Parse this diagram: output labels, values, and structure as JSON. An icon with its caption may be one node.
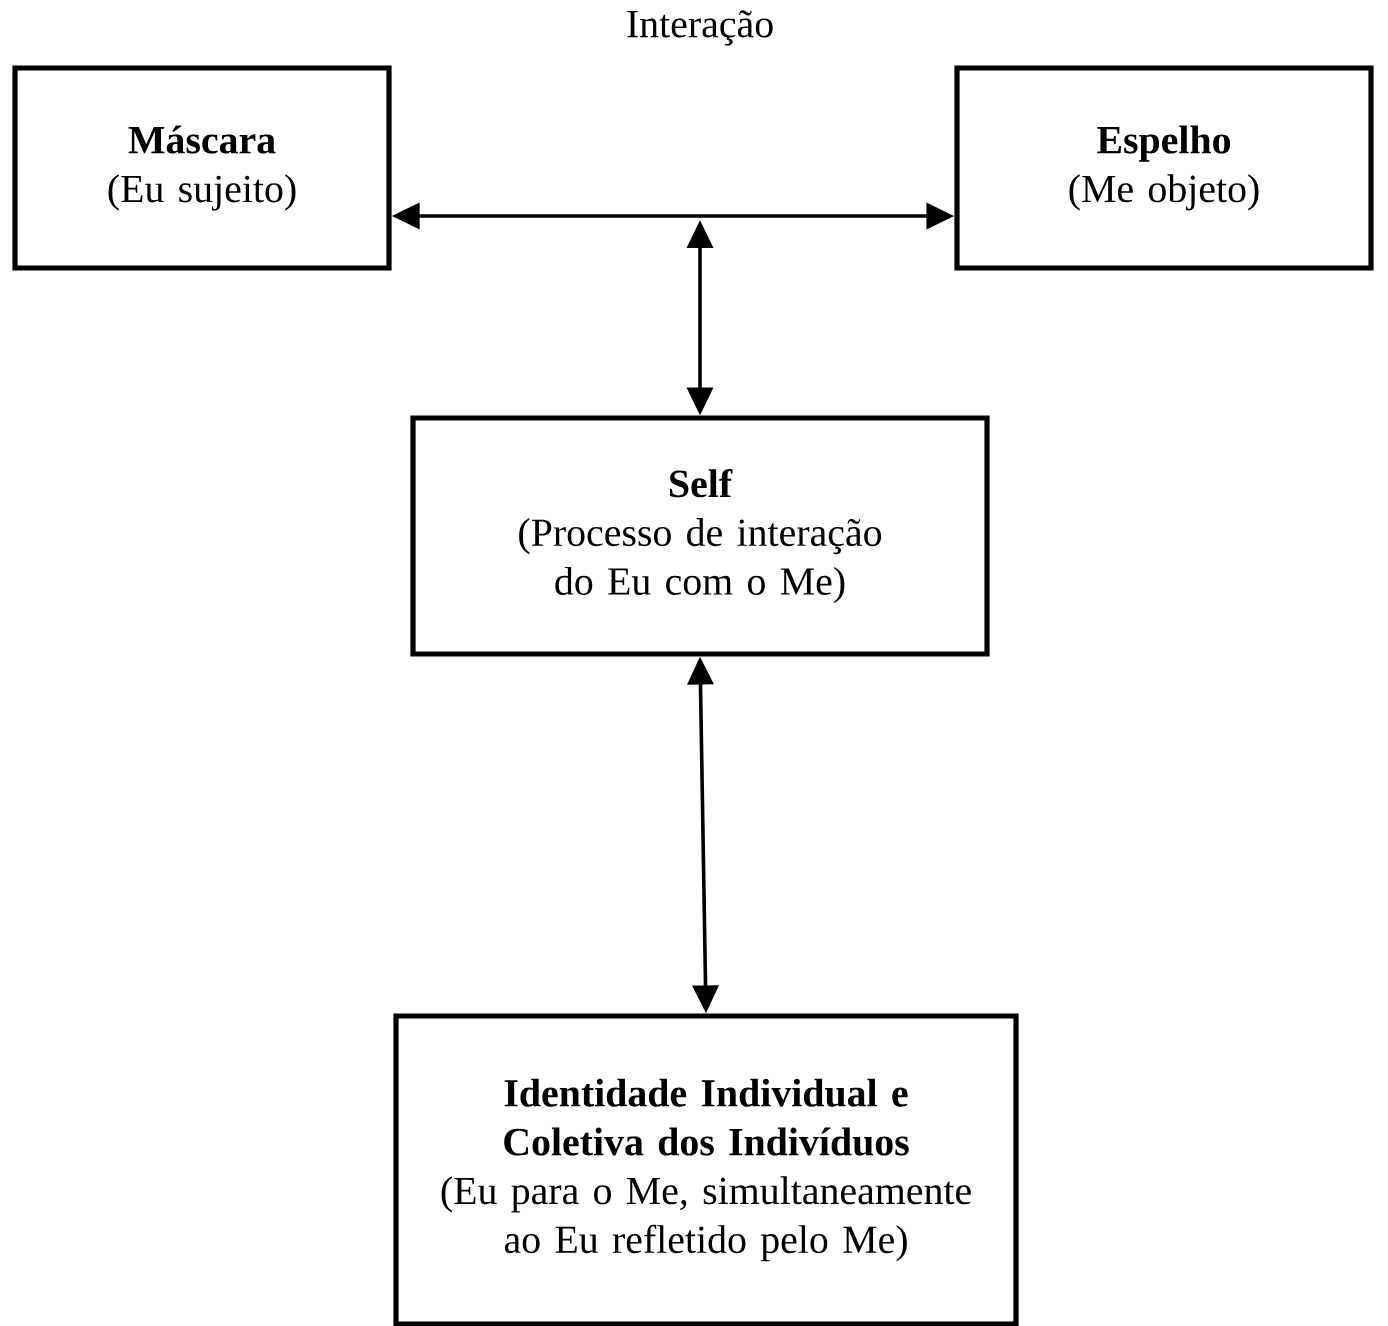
{
  "diagram": {
    "nodes": [
      {
        "text": [
          "Máscara",
          "(Eu sujeito)"
        ]
      },
      {
        "text": [
          "Espelho",
          "(Me objeto)"
        ]
      },
      {
        "text": [
          "Self",
          "(Processo de interação do Eu com o Me)"
        ]
      },
      {
        "text": [
          "Identidade Individual e Coletiva dos Indivíduos",
          "(Eu para o Me, simultaneamente ao Eu refletido pelo Me)"
        ]
      }
    ],
    "edges": [
      {
        "from": 0,
        "to": 1,
        "arrow": "both",
        "label": "Interação"
      },
      {
        "from": null,
        "to": 2,
        "arrow": "both"
      },
      {
        "from": 2,
        "to": 3,
        "arrow": "both"
      }
    ]
  }
}
